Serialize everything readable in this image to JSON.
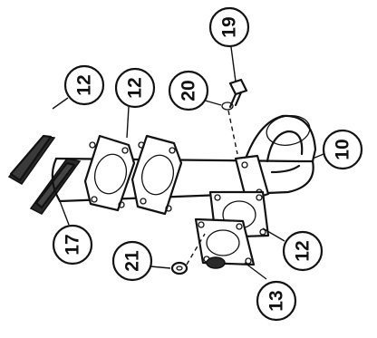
{
  "diagram": {
    "callouts": [
      {
        "id": "c12a",
        "label": "12"
      },
      {
        "id": "c12b",
        "label": "12"
      },
      {
        "id": "c20",
        "label": "20"
      },
      {
        "id": "c19",
        "label": "19"
      },
      {
        "id": "c10",
        "label": "10"
      },
      {
        "id": "c17",
        "label": "17"
      },
      {
        "id": "c21",
        "label": "21"
      },
      {
        "id": "c12c",
        "label": "12"
      },
      {
        "id": "c13",
        "label": "13"
      }
    ]
  }
}
